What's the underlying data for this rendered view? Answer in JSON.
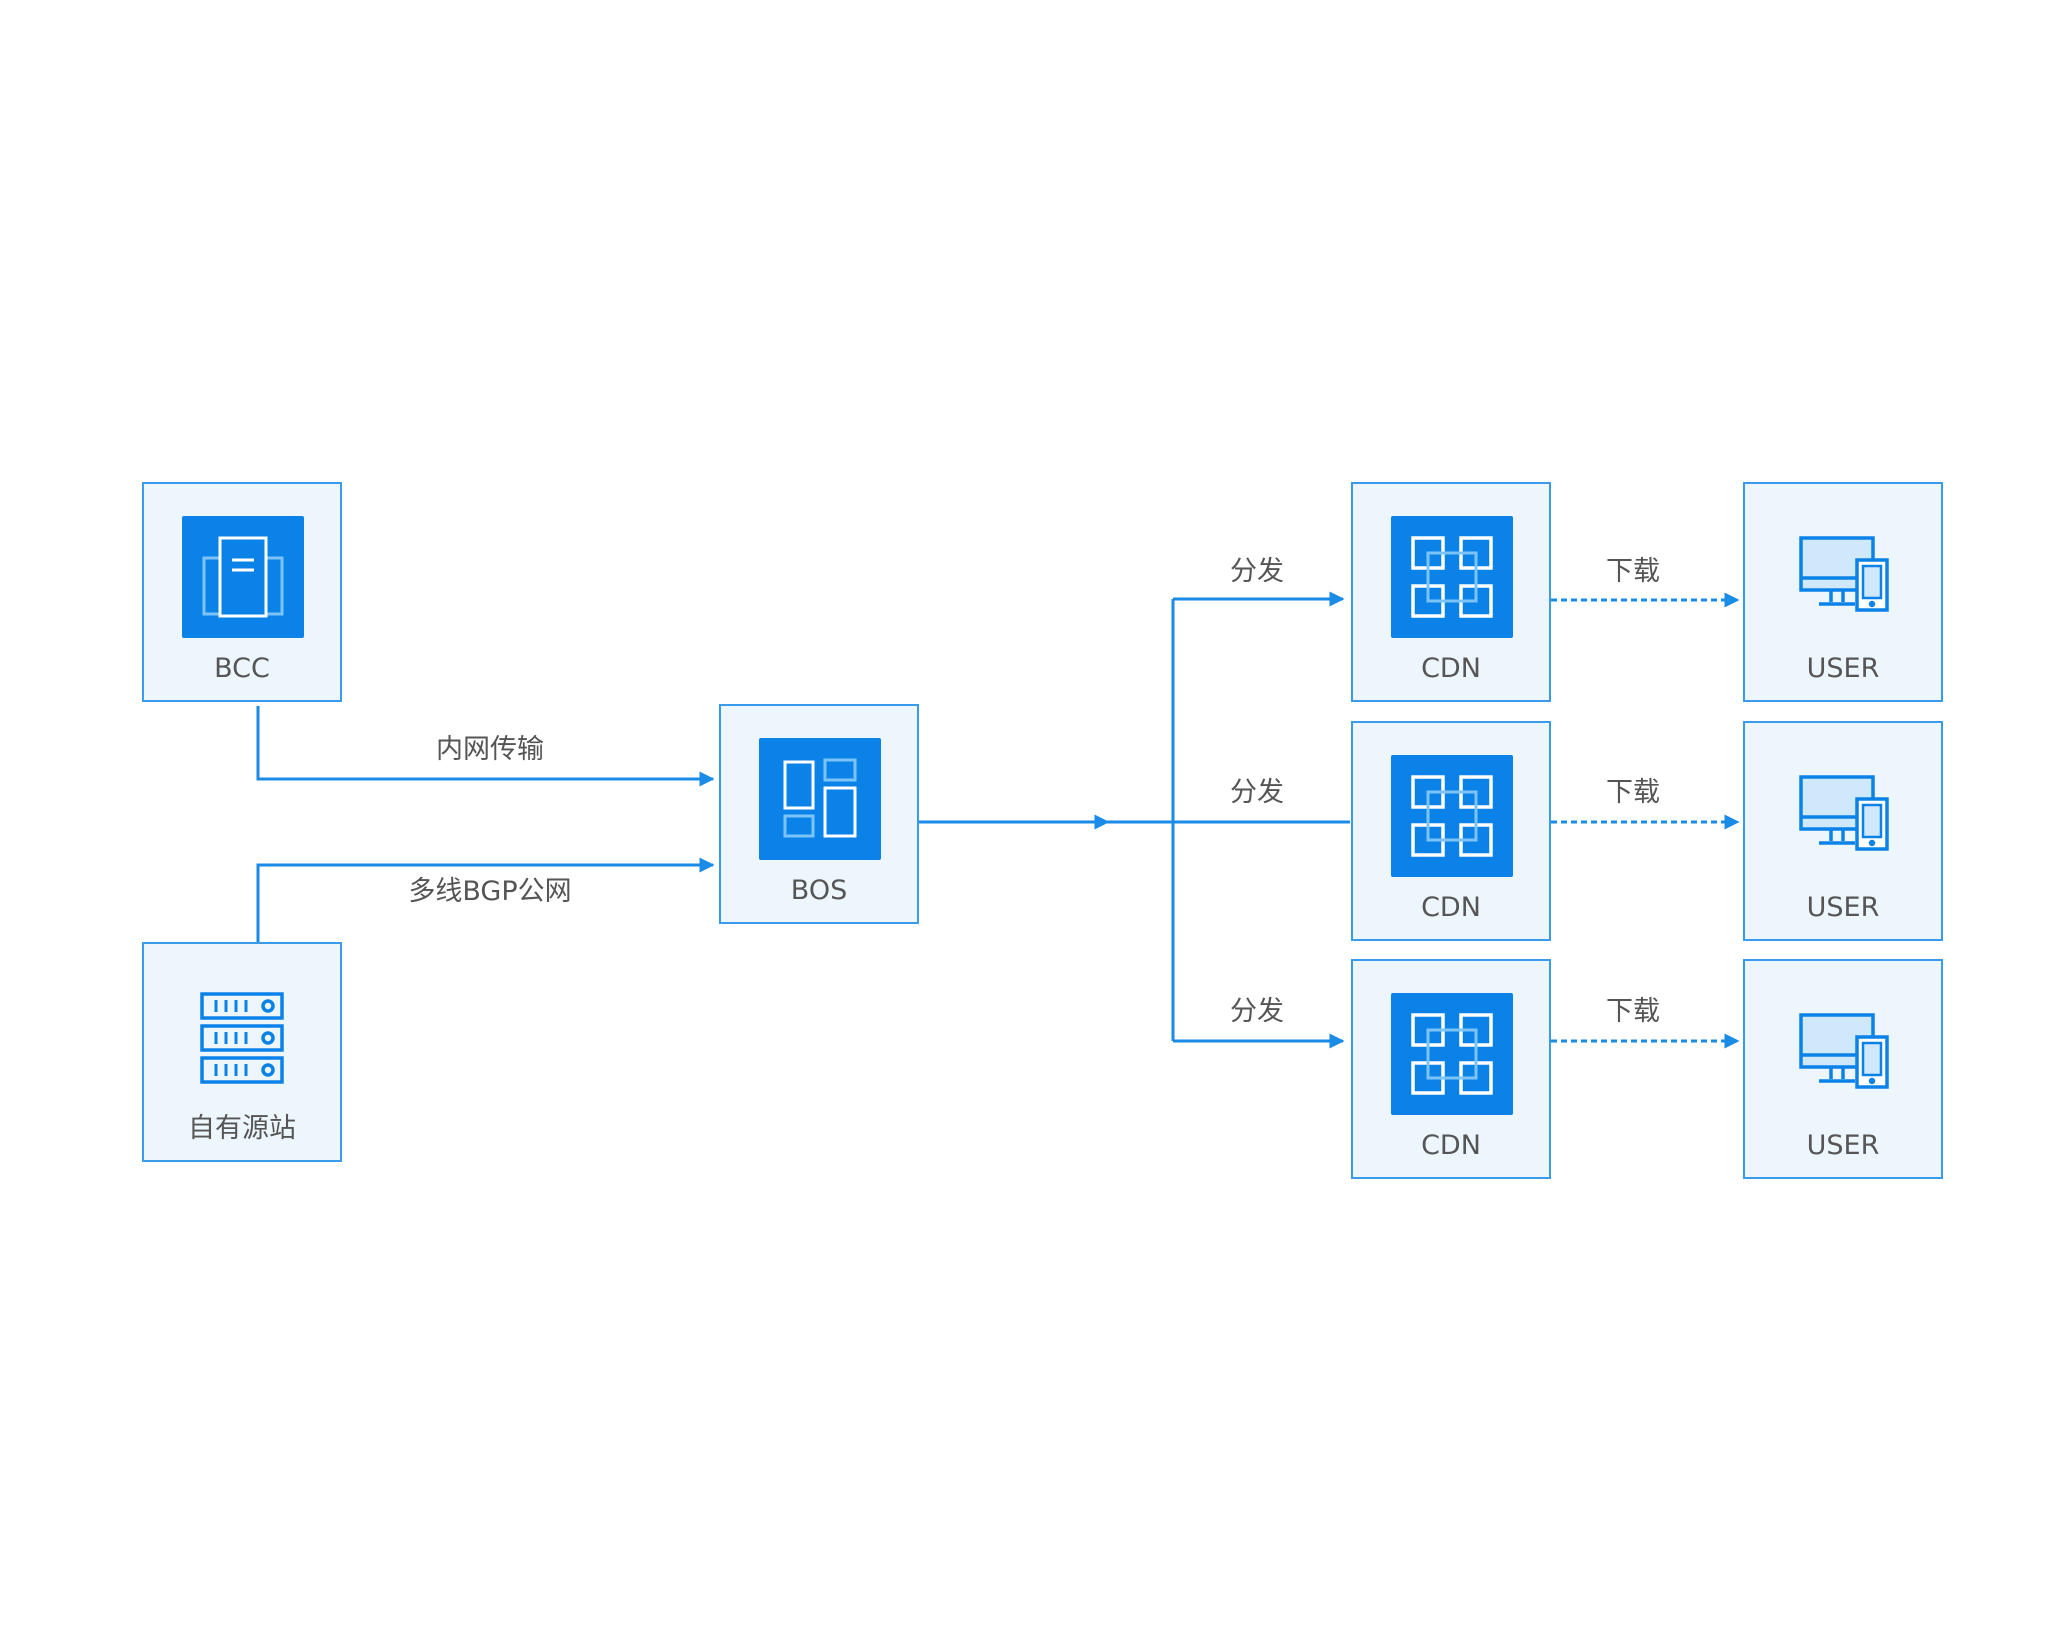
{
  "nodes": {
    "bcc": {
      "label": "BCC",
      "icon": "server-tower-icon"
    },
    "origin": {
      "label": "自有源站",
      "icon": "server-rack-icon"
    },
    "bos": {
      "label": "BOS",
      "icon": "storage-blocks-icon"
    },
    "cdn": [
      {
        "label": "CDN",
        "icon": "cdn-grid-icon"
      },
      {
        "label": "CDN",
        "icon": "cdn-grid-icon"
      },
      {
        "label": "CDN",
        "icon": "cdn-grid-icon"
      }
    ],
    "user": [
      {
        "label": "USER",
        "icon": "desktop-tablet-icon"
      },
      {
        "label": "USER",
        "icon": "desktop-tablet-icon"
      },
      {
        "label": "USER",
        "icon": "desktop-tablet-icon"
      }
    ]
  },
  "edges": {
    "bcc_to_bos": "内网传输",
    "origin_to_bos": "多线BGP公网",
    "distribute": [
      "分发",
      "分发",
      "分发"
    ],
    "download": [
      "下载",
      "下载",
      "下载"
    ]
  },
  "colors": {
    "accent": "#0a82e8",
    "line": "#1a8be6",
    "node_fill": "#eef6fd",
    "node_border": "#3a9bea",
    "text": "#555555"
  }
}
